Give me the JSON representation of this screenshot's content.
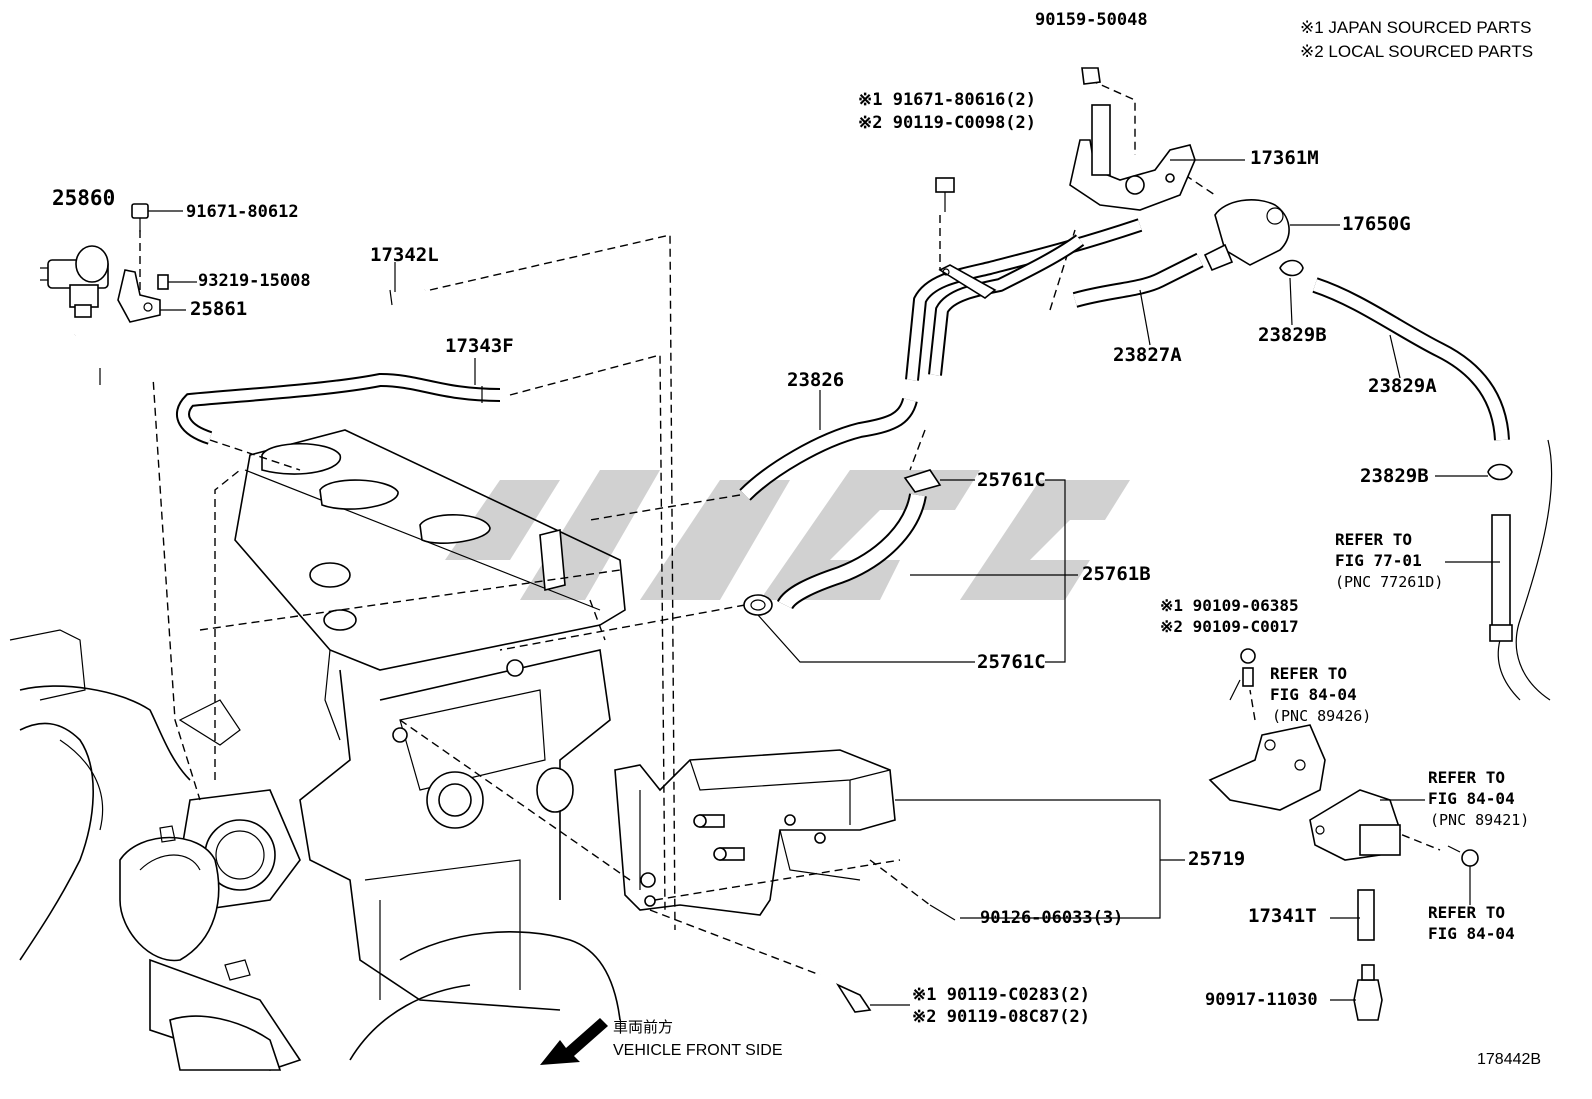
{
  "legend": {
    "line1": "※1 JAPAN SOURCED PARTS",
    "line2": "※2 LOCAL SOURCED PARTS"
  },
  "parts": {
    "p90159": "90159-50048",
    "p17361M": "17361M",
    "p17650G": "17650G",
    "p91671_80616": "※1 91671-80616(2)",
    "p90119_C0098": "※2 90119-C0098(2)",
    "p25860": "25860",
    "p91671_80612": "91671-80612",
    "p93219": "93219-15008",
    "p25861": "25861",
    "p17342L": "17342L",
    "p17343F": "17343F",
    "p23826": "23826",
    "p23827A": "23827A",
    "p23829B_top": "23829B",
    "p23829A": "23829A",
    "p23829B_right": "23829B",
    "p25761C_top": "25761C",
    "p25761B": "25761B",
    "p25761C_bottom": "25761C",
    "p90109_06385": "※1 90109-06385",
    "p90109_C0017": "※2 90109-C0017",
    "p25719": "25719",
    "p90126": "90126-06033(3)",
    "p17341T": "17341T",
    "p90917": "90917-11030",
    "p90119_C0283": "※1 90119-C0283(2)",
    "p90119_08C87": "※2 90119-08C87(2)"
  },
  "refs": {
    "ref77_title": "REFER TO",
    "ref77_fig": "FIG 77-01",
    "ref77_pnc": "(PNC 77261D)",
    "ref84a_title": "REFER TO",
    "ref84a_fig": "FIG 84-04",
    "ref84a_pnc": "(PNC 89426)",
    "ref84b_title": "REFER TO",
    "ref84b_fig": "FIG 84-04",
    "ref84b_pnc": "(PNC 89421)",
    "ref84c_title": "REFER TO",
    "ref84c_fig": "FIG 84-04"
  },
  "direction": {
    "jp": "車両前方",
    "en": "VEHICLE FRONT SIDE"
  },
  "figure_id": "178442B"
}
